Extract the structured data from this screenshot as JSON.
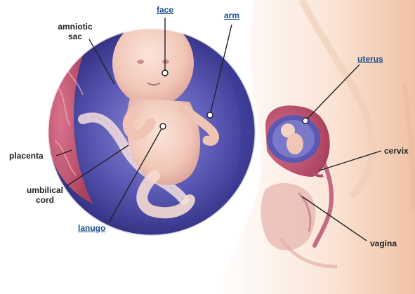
{
  "labels": {
    "face": "face",
    "arm": "arm",
    "amniotic_sac": [
      "amniotic",
      "sac"
    ],
    "uterus": "uterus",
    "placenta": "placenta",
    "cervix": "cervix",
    "umbilical_cord": [
      "umbilical",
      "cord"
    ],
    "vagina": "vagina",
    "lanugo": "lanugo"
  },
  "colors": {
    "link": "#1b4f8c",
    "text": "#222222",
    "skin": "#f3cdb7",
    "womb_blue": "#5a58b0",
    "uterus_wall": "#c26a8a"
  }
}
